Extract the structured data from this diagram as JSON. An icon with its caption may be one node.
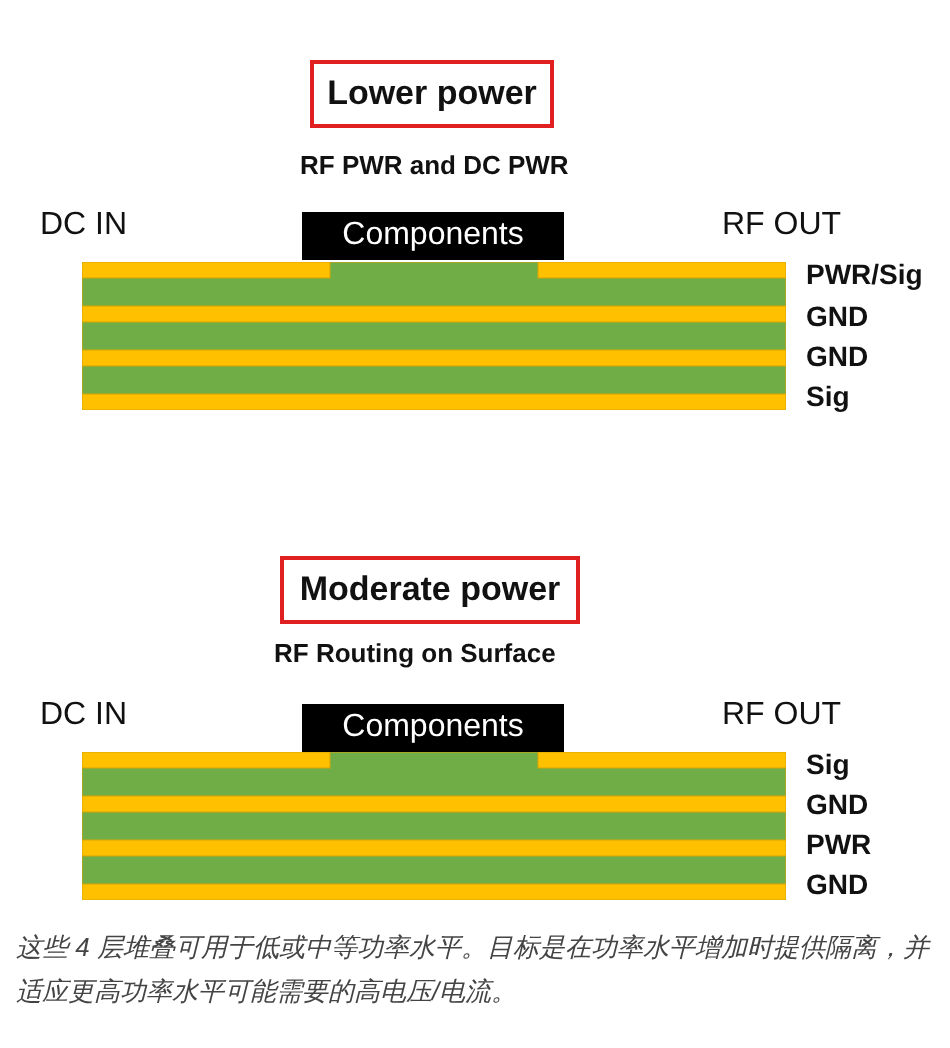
{
  "diagram": {
    "caption": "这些 4 层堆叠可用于低或中等功率水平。目标是在功率水平增加时提供隔离，并适应更高功率水平可能需要的高电压/电流。",
    "nodes": [
      {
        "text": [
          "Lower power"
        ]
      },
      {
        "text": [
          "Components"
        ]
      },
      {
        "text": [
          "Moderate power"
        ]
      },
      {
        "text": [
          "Components"
        ]
      }
    ],
    "edges": [],
    "labels": [
      "RF PWR and DC PWR",
      "DC IN",
      "RF OUT",
      "PWR/Sig",
      "GND",
      "GND",
      "Sig",
      "RF Routing on Surface",
      "DC IN",
      "RF OUT",
      "Sig",
      "GND",
      "PWR",
      "GND"
    ]
  }
}
